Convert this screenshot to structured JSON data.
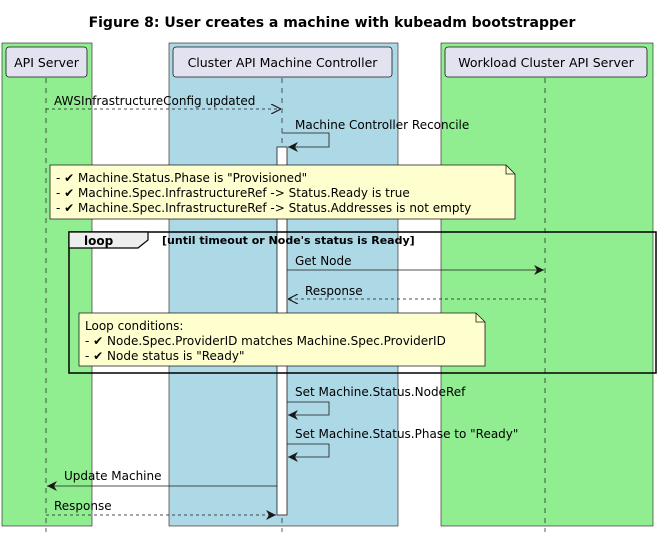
{
  "title": "Figure 8: User creates a machine with kubeadm bootstrapper",
  "participants": [
    {
      "id": "api",
      "label": "API Server"
    },
    {
      "id": "ctrl",
      "label": "Cluster API Machine Controller"
    },
    {
      "id": "wl",
      "label": "Workload Cluster API Server"
    }
  ],
  "colors": {
    "green_box": "#90ee90",
    "blue_box": "#add8e6",
    "participant_fill": "#e2e2f0",
    "note_fill": "#fefece",
    "line": "#181818"
  },
  "messages": {
    "m1": "AWSInfrastructureConfig updated",
    "m2": "Machine Controller Reconcile",
    "m3": "Get Node",
    "m4": "Response",
    "m5": "Set Machine.Status.NodeRef",
    "m6": "Set Machine.Status.Phase to \"Ready\"",
    "m7": "Update Machine",
    "m8": "Response"
  },
  "note1": {
    "line1": "- ✔ Machine.Status.Phase is \"Provisioned\"",
    "line2": "- ✔ Machine.Spec.InfrastructureRef -> Status.Ready is true",
    "line3": "- ✔ Machine.Spec.InfrastructureRef -> Status.Addresses is not empty"
  },
  "loop": {
    "keyword": "loop",
    "guard": "[until timeout or Node's status is Ready]"
  },
  "note2": {
    "line1": "Loop conditions:",
    "line2": "- ✔ Node.Spec.ProviderID matches Machine.Spec.ProviderID",
    "line3": "- ✔ Node status is \"Ready\""
  }
}
